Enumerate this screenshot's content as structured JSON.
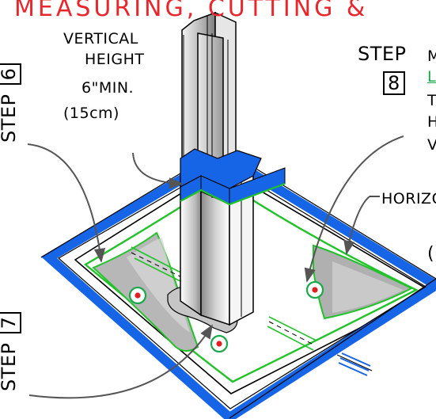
{
  "title": "MEASURING, CUTTING &",
  "vertical_note": {
    "line1": "VERTICAL",
    "line2": "HEIGHT",
    "line3": "6\"MIN.",
    "line4": "(15cm)"
  },
  "step_right": {
    "word": "STEP",
    "number": "8",
    "lines": [
      "M",
      "L",
      "T",
      "H",
      "V"
    ]
  },
  "horizontal_label": "HORIZO",
  "paren_fragment": "(",
  "step_left_top": {
    "word": "STEP",
    "number": "6"
  },
  "step_left_bottom": {
    "word": "STEP",
    "number": "7"
  },
  "colors": {
    "title_red": "#e8262b",
    "tape_blue": "#1565e6",
    "cut_line_green": "#22c22a",
    "target_green": "#19a84b",
    "target_red": "#e02020",
    "steel_gray": "#9c9c9c"
  }
}
